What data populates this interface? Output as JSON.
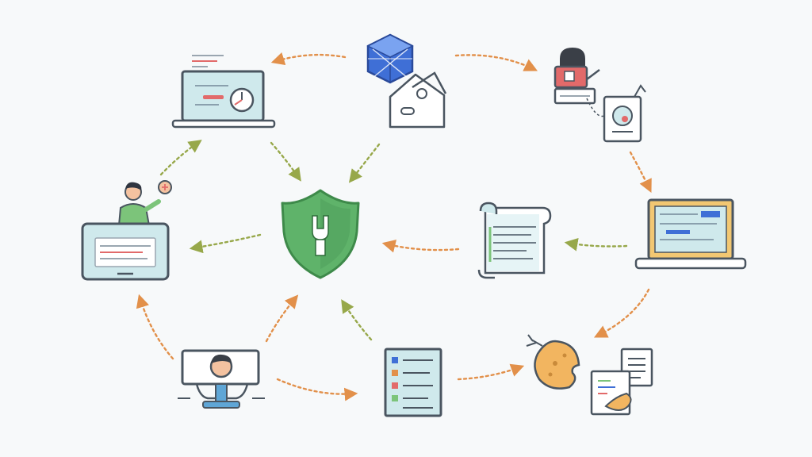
{
  "colors": {
    "background": "#f7f9fa",
    "outline": "#4a5560",
    "screen_teal": "#cfe9ec",
    "shield_green": "#5fb36a",
    "shield_green_dark": "#3e8a4a",
    "arrow_orange": "#e2904a",
    "arrow_olive": "#97a84a",
    "accent_red": "#e26a6a",
    "accent_blue": "#3f6fd6",
    "skin": "#f4c2a0",
    "shirt_green": "#7cc47a",
    "ball_orange": "#f2b560",
    "paper": "#ffffff",
    "line_gray": "#9aa6b0"
  },
  "nodes": [
    {
      "name": "central-shield-node",
      "icon": "shield-icon"
    },
    {
      "name": "cube-tag-node",
      "icon": "blue-cube-icon"
    },
    {
      "name": "top-left-laptop-node",
      "icon": "laptop-clock-icon"
    },
    {
      "name": "top-right-user-card-node",
      "icon": "user-id-card-icon"
    },
    {
      "name": "right-laptop-node",
      "icon": "laptop-document-icon"
    },
    {
      "name": "scroll-document-node",
      "icon": "scroll-icon"
    },
    {
      "name": "left-person-laptop-node",
      "icon": "person-laptop-icon"
    },
    {
      "name": "monitor-user-node",
      "icon": "monitor-avatar-icon"
    },
    {
      "name": "checklist-document-node",
      "icon": "checklist-icon"
    },
    {
      "name": "orange-ball-node",
      "icon": "orange-ball-icon"
    }
  ],
  "edges": [
    {
      "from": "cube-tag-node",
      "to": "top-left-laptop-node"
    },
    {
      "from": "cube-tag-node",
      "to": "top-right-user-card-node"
    },
    {
      "from": "top-right-user-card-node",
      "to": "right-laptop-node"
    },
    {
      "from": "right-laptop-node",
      "to": "scroll-document-node"
    },
    {
      "from": "scroll-document-node",
      "to": "central-shield-node"
    },
    {
      "from": "right-laptop-node",
      "to": "orange-ball-node"
    },
    {
      "from": "checklist-document-node",
      "to": "orange-ball-node"
    },
    {
      "from": "monitor-user-node",
      "to": "checklist-document-node"
    },
    {
      "from": "monitor-user-node",
      "to": "central-shield-node"
    },
    {
      "from": "monitor-user-node",
      "to": "left-person-laptop-node"
    },
    {
      "from": "checklist-document-node",
      "to": "central-shield-node"
    },
    {
      "from": "central-shield-node",
      "to": "left-person-laptop-node"
    },
    {
      "from": "top-left-laptop-node",
      "to": "central-shield-node"
    },
    {
      "from": "left-person-laptop-node",
      "to": "top-left-laptop-node"
    },
    {
      "from": "cube-tag-node",
      "to": "central-shield-node"
    }
  ]
}
